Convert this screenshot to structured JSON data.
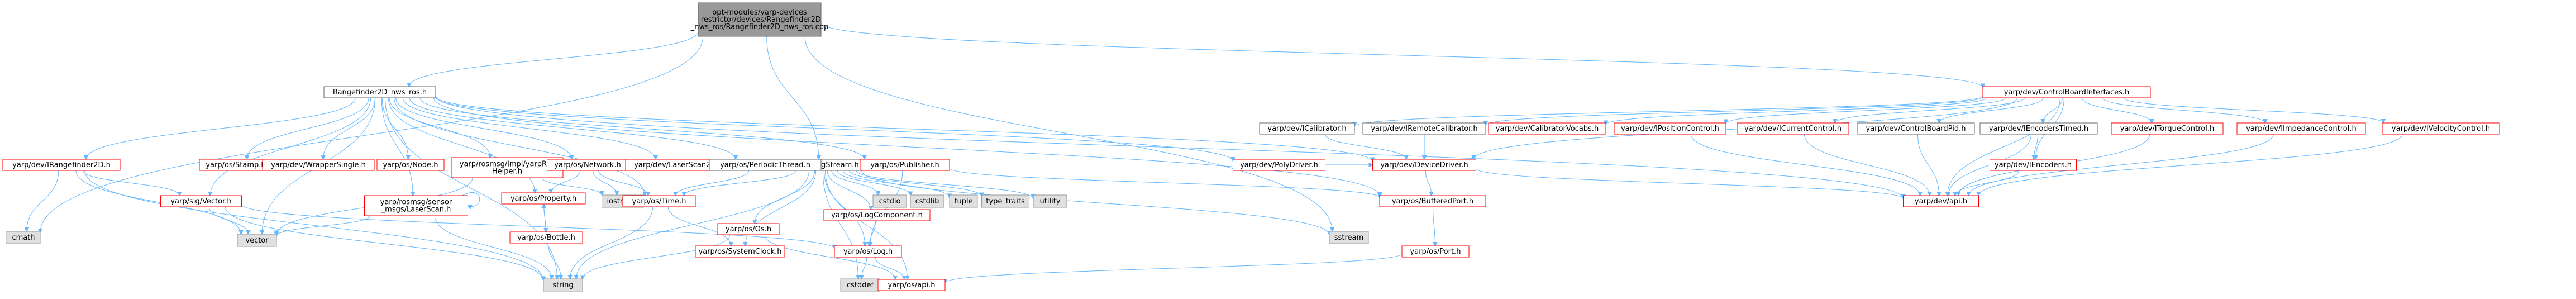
{
  "palette": {
    "root_fill": "#999999",
    "root_stroke": "#666666",
    "normal_fill": "#ffffff",
    "normal_stroke": "#666666",
    "red_stroke": "#ff0000",
    "std_fill": "#e0e0e0",
    "std_stroke": "#999999",
    "text": "#000000",
    "edge": "#63b8ff"
  },
  "nodes": [
    {
      "id": "root",
      "label": [
        "opt-modules/yarp-devices",
        "-restrictor/devices/Rangefinder2D",
        "_nws_ros/Rangefinder2D_nws_ros.cpp"
      ],
      "kind": "root"
    },
    {
      "id": "rf2d_h",
      "label": [
        "Rangefinder2D_nws_ros.h"
      ],
      "kind": "normal"
    },
    {
      "id": "ctrlboard_if",
      "label": [
        "yarp/dev/ControlBoardInterfaces.h"
      ],
      "kind": "red"
    },
    {
      "id": "ilog",
      "label": [
        "yarp/os/LogStream.h"
      ],
      "kind": "normal"
    },
    {
      "id": "cmath",
      "label": [
        "cmath"
      ],
      "kind": "std"
    },
    {
      "id": "irangefinder",
      "label": [
        "yarp/dev/IRangefinder2D.h"
      ],
      "kind": "red"
    },
    {
      "id": "stamp",
      "label": [
        "yarp/os/Stamp.h"
      ],
      "kind": "red"
    },
    {
      "id": "wrappersingle",
      "label": [
        "yarp/dev/WrapperSingle.h"
      ],
      "kind": "red"
    },
    {
      "id": "node",
      "label": [
        "yarp/os/Node.h"
      ],
      "kind": "red"
    },
    {
      "id": "rosmsg_helper",
      "label": [
        "yarp/rosmsg/impl/yarpRos",
        "Helper.h"
      ],
      "kind": "red"
    },
    {
      "id": "network",
      "label": [
        "yarp/os/Network.h"
      ],
      "kind": "red"
    },
    {
      "id": "laserscan2d",
      "label": [
        "yarp/dev/LaserScan2D.h"
      ],
      "kind": "red"
    },
    {
      "id": "periodic",
      "label": [
        "yarp/os/PeriodicThread.h"
      ],
      "kind": "normal"
    },
    {
      "id": "publisher",
      "label": [
        "yarp/os/Publisher.h"
      ],
      "kind": "red"
    },
    {
      "id": "polydriver",
      "label": [
        "yarp/dev/PolyDriver.h"
      ],
      "kind": "red"
    },
    {
      "id": "devicedriver",
      "label": [
        "yarp/dev/DeviceDriver.h"
      ],
      "kind": "red"
    },
    {
      "id": "icalibrator",
      "label": [
        "yarp/dev/ICalibrator.h"
      ],
      "kind": "normal"
    },
    {
      "id": "iremotecal",
      "label": [
        "yarp/dev/IRemoteCalibrator.h"
      ],
      "kind": "normal"
    },
    {
      "id": "calibvocabs",
      "label": [
        "yarp/dev/CalibratorVocabs.h"
      ],
      "kind": "red"
    },
    {
      "id": "iposctrl",
      "label": [
        "yarp/dev/IPositionControl.h"
      ],
      "kind": "red"
    },
    {
      "id": "icurrent",
      "label": [
        "yarp/dev/ICurrentControl.h"
      ],
      "kind": "red"
    },
    {
      "id": "ctrlboardpid",
      "label": [
        "yarp/dev/ControlBoardPid.h"
      ],
      "kind": "normal"
    },
    {
      "id": "iencoderstimed",
      "label": [
        "yarp/dev/IEncodersTimed.h"
      ],
      "kind": "normal"
    },
    {
      "id": "itorque",
      "label": [
        "yarp/dev/ITorqueControl.h"
      ],
      "kind": "red"
    },
    {
      "id": "iimpedance",
      "label": [
        "yarp/dev/IImpedanceControl.h"
      ],
      "kind": "red"
    },
    {
      "id": "ivelocity",
      "label": [
        "yarp/dev/IVelocityControl.h"
      ],
      "kind": "red"
    },
    {
      "id": "iencoders",
      "label": [
        "yarp/dev/IEncoders.h"
      ],
      "kind": "red"
    },
    {
      "id": "devapi",
      "label": [
        "yarp/dev/api.h"
      ],
      "kind": "red"
    },
    {
      "id": "vector_h",
      "label": [
        "yarp/sig/Vector.h"
      ],
      "kind": "red"
    },
    {
      "id": "laserscan",
      "label": [
        "yarp/rosmsg/sensor",
        "_msgs/LaserScan.h"
      ],
      "kind": "red"
    },
    {
      "id": "iostream",
      "label": [
        "iostream"
      ],
      "kind": "std"
    },
    {
      "id": "property",
      "label": [
        "yarp/os/Property.h"
      ],
      "kind": "red"
    },
    {
      "id": "time",
      "label": [
        "yarp/os/Time.h"
      ],
      "kind": "red"
    },
    {
      "id": "cstdio",
      "label": [
        "cstdio"
      ],
      "kind": "std"
    },
    {
      "id": "cstdlib",
      "label": [
        "cstdlib"
      ],
      "kind": "std"
    },
    {
      "id": "tuple",
      "label": [
        "tuple"
      ],
      "kind": "std"
    },
    {
      "id": "type_traits",
      "label": [
        "type_traits"
      ],
      "kind": "std"
    },
    {
      "id": "utility",
      "label": [
        "utility"
      ],
      "kind": "std"
    },
    {
      "id": "sstream",
      "label": [
        "sstream"
      ],
      "kind": "std"
    },
    {
      "id": "bufferedport",
      "label": [
        "yarp/os/BufferedPort.h"
      ],
      "kind": "red"
    },
    {
      "id": "logcomponent",
      "label": [
        "yarp/os/LogComponent.h"
      ],
      "kind": "red"
    },
    {
      "id": "os_h",
      "label": [
        "yarp/os/Os.h"
      ],
      "kind": "red"
    },
    {
      "id": "systemclock",
      "label": [
        "yarp/os/SystemClock.h"
      ],
      "kind": "red"
    },
    {
      "id": "bottle",
      "label": [
        "yarp/os/Bottle.h"
      ],
      "kind": "red"
    },
    {
      "id": "vector",
      "label": [
        "vector"
      ],
      "kind": "std"
    },
    {
      "id": "log_h",
      "label": [
        "yarp/os/Log.h"
      ],
      "kind": "red"
    },
    {
      "id": "port",
      "label": [
        "yarp/os/Port.h"
      ],
      "kind": "red"
    },
    {
      "id": "string",
      "label": [
        "string"
      ],
      "kind": "std"
    },
    {
      "id": "cstddef",
      "label": [
        "cstddef"
      ],
      "kind": "std"
    },
    {
      "id": "osapi",
      "label": [
        "yarp/os/api.h"
      ],
      "kind": "red"
    }
  ],
  "edges": [
    [
      "root",
      "rf2d_h"
    ],
    [
      "root",
      "ctrlboard_if"
    ],
    [
      "root",
      "ilog"
    ],
    [
      "root",
      "cmath"
    ],
    [
      "root",
      "sstream"
    ],
    [
      "rf2d_h",
      "irangefinder"
    ],
    [
      "rf2d_h",
      "stamp"
    ],
    [
      "rf2d_h",
      "wrappersingle"
    ],
    [
      "rf2d_h",
      "node"
    ],
    [
      "rf2d_h",
      "rosmsg_helper"
    ],
    [
      "rf2d_h",
      "network"
    ],
    [
      "rf2d_h",
      "laserscan2d"
    ],
    [
      "rf2d_h",
      "periodic"
    ],
    [
      "rf2d_h",
      "publisher"
    ],
    [
      "rf2d_h",
      "polydriver"
    ],
    [
      "rf2d_h",
      "devicedriver"
    ],
    [
      "rf2d_h",
      "vector_h"
    ],
    [
      "rf2d_h",
      "laserscan"
    ],
    [
      "rf2d_h",
      "property"
    ],
    [
      "rf2d_h",
      "time"
    ],
    [
      "rf2d_h",
      "bufferedport"
    ],
    [
      "rf2d_h",
      "vector"
    ],
    [
      "rf2d_h",
      "string"
    ],
    [
      "rf2d_h",
      "devapi"
    ],
    [
      "ctrlboard_if",
      "icalibrator"
    ],
    [
      "ctrlboard_if",
      "iremotecal"
    ],
    [
      "ctrlboard_if",
      "calibvocabs"
    ],
    [
      "ctrlboard_if",
      "iposctrl"
    ],
    [
      "ctrlboard_if",
      "icurrent"
    ],
    [
      "ctrlboard_if",
      "ctrlboardpid"
    ],
    [
      "ctrlboard_if",
      "iencoderstimed"
    ],
    [
      "ctrlboard_if",
      "itorque"
    ],
    [
      "ctrlboard_if",
      "iimpedance"
    ],
    [
      "ctrlboard_if",
      "ivelocity"
    ],
    [
      "ctrlboard_if",
      "iencoders"
    ],
    [
      "ctrlboard_if",
      "devapi"
    ],
    [
      "ctrlboard_if",
      "devicedriver"
    ],
    [
      "icalibrator",
      "devicedriver"
    ],
    [
      "iremotecal",
      "devicedriver"
    ],
    [
      "iposctrl",
      "devapi"
    ],
    [
      "icurrent",
      "devapi"
    ],
    [
      "ctrlboardpid",
      "devapi"
    ],
    [
      "iencoderstimed",
      "iencoders"
    ],
    [
      "iencoderstimed",
      "devapi"
    ],
    [
      "itorque",
      "devapi"
    ],
    [
      "iimpedance",
      "devapi"
    ],
    [
      "ivelocity",
      "devapi"
    ],
    [
      "iencoders",
      "devapi"
    ],
    [
      "devicedriver",
      "devapi"
    ],
    [
      "devicedriver",
      "bufferedport"
    ],
    [
      "polydriver",
      "devicedriver"
    ],
    [
      "ilog",
      "cstdio"
    ],
    [
      "ilog",
      "cstdlib"
    ],
    [
      "ilog",
      "tuple"
    ],
    [
      "ilog",
      "type_traits"
    ],
    [
      "ilog",
      "utility"
    ],
    [
      "ilog",
      "sstream"
    ],
    [
      "ilog",
      "logcomponent"
    ],
    [
      "ilog",
      "log_h"
    ],
    [
      "ilog",
      "os_h"
    ],
    [
      "ilog",
      "time"
    ],
    [
      "ilog",
      "systemclock"
    ],
    [
      "ilog",
      "string"
    ],
    [
      "ilog",
      "cstddef"
    ],
    [
      "ilog",
      "osapi"
    ],
    [
      "irangefinder",
      "vector_h"
    ],
    [
      "irangefinder",
      "cmath"
    ],
    [
      "irangefinder",
      "string"
    ],
    [
      "irangefinder",
      "vector"
    ],
    [
      "network",
      "property"
    ],
    [
      "network",
      "time"
    ],
    [
      "network",
      "iostream"
    ],
    [
      "rosmsg_helper",
      "iostream"
    ],
    [
      "rosmsg_helper",
      "vector"
    ],
    [
      "periodic",
      "time"
    ],
    [
      "publisher",
      "bufferedport"
    ],
    [
      "publisher",
      "log_h"
    ],
    [
      "laserscan",
      "vector"
    ],
    [
      "laserscan",
      "string"
    ],
    [
      "laserscan",
      "laserscan"
    ],
    [
      "vector_h",
      "vector"
    ],
    [
      "vector_h",
      "string"
    ],
    [
      "vector_h",
      "log_h"
    ],
    [
      "property",
      "bottle"
    ],
    [
      "bottle",
      "property"
    ],
    [
      "bottle",
      "string"
    ],
    [
      "time",
      "systemclock"
    ],
    [
      "time",
      "string"
    ],
    [
      "logcomponent",
      "log_h"
    ],
    [
      "log_h",
      "osapi"
    ],
    [
      "log_h",
      "cstddef"
    ],
    [
      "os_h",
      "string"
    ],
    [
      "os_h",
      "osapi"
    ],
    [
      "bufferedport",
      "port"
    ],
    [
      "port",
      "osapi"
    ]
  ]
}
